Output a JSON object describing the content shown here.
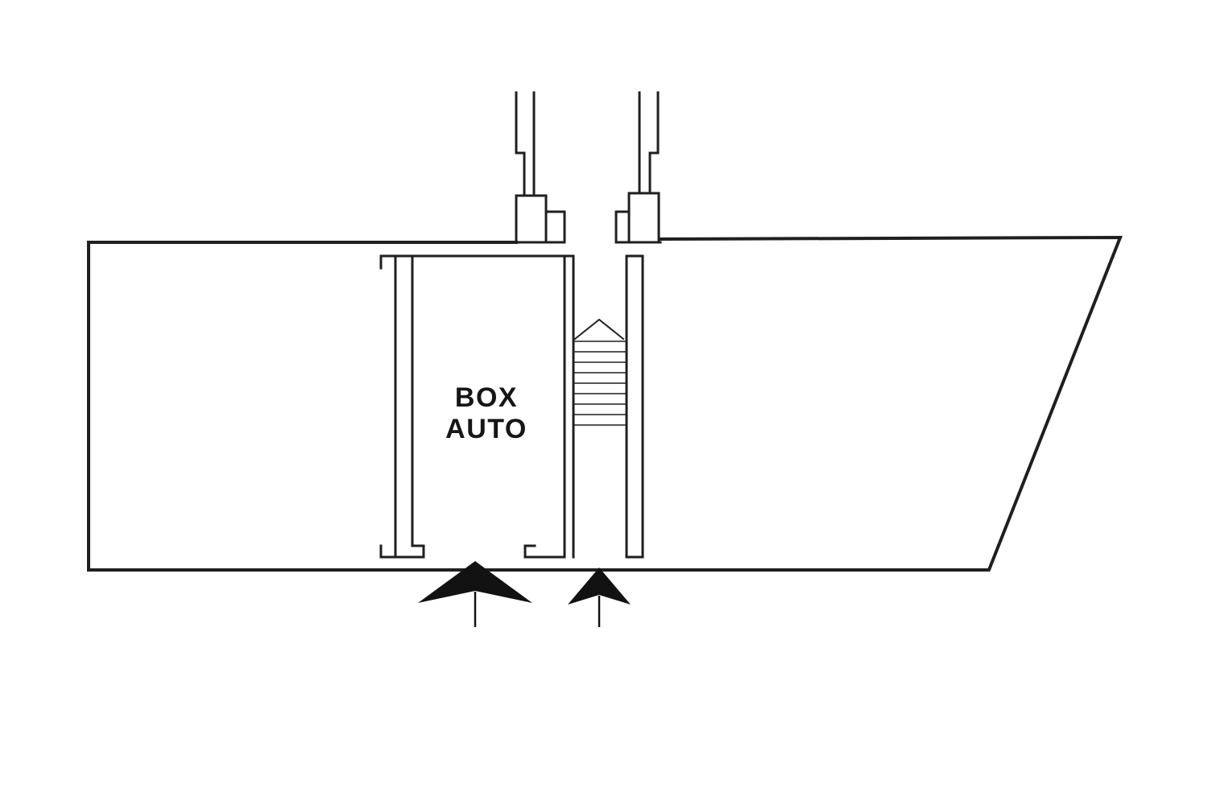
{
  "page": {
    "background": "#ffffff",
    "type": "architectural-floor-plan"
  },
  "floor_plan": {
    "ink_color": "#1f1f1f",
    "arrow_color": "#121212",
    "room_label": {
      "line1": "BOX",
      "line2": "AUTO"
    },
    "stairs": {
      "step_count": 9,
      "direction_icon": "up-chevron"
    },
    "icons": {
      "garage_entrance": "filled-up-arrow",
      "stair_entrance": "filled-up-arrow",
      "stair_direction": "outline-up-chevron"
    }
  }
}
